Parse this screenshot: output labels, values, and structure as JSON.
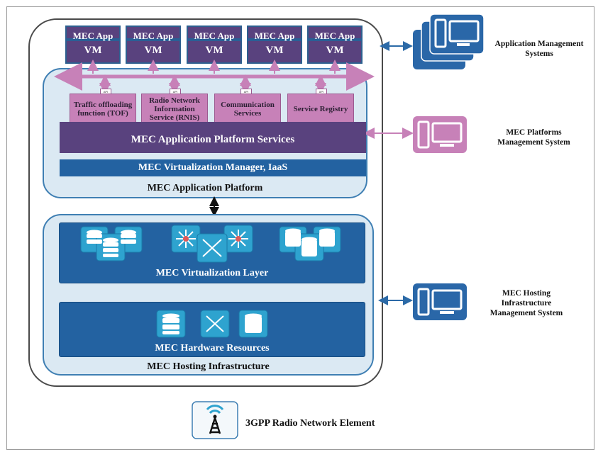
{
  "mec_apps": [
    {
      "line1": "MEC App",
      "line2": "VM"
    },
    {
      "line1": "MEC App",
      "line2": "VM"
    },
    {
      "line1": "MEC App",
      "line2": "VM"
    },
    {
      "line1": "MEC App",
      "line2": "VM"
    },
    {
      "line1": "MEC App",
      "line2": "VM"
    }
  ],
  "api_tag": "API",
  "services": [
    "Traffic offloading function (TOF)",
    "Radio Network Information Service (RNIS)",
    "Communication Services",
    "Service Registry"
  ],
  "platform_services": "MEC Application Platform Services",
  "virtualization_manager": "MEC Virtualization Manager, IaaS",
  "application_platform": "MEC Application Platform",
  "virtualization_layer": "MEC Virtualization Layer",
  "hardware_resources": "MEC Hardware Resources",
  "hosting_infrastructure": "MEC Hosting Infrastructure",
  "app_mgmt_systems": "Application Management Systems",
  "platforms_mgmt_system": "MEC Platforms Management System",
  "hosting_mgmt_system": "MEC Hosting Infrastructure Management System",
  "radio_element": "3GPP Radio Network Element",
  "colors": {
    "purple_dark": "#59427e",
    "pink": "#c781b8",
    "blue_dark": "#2362a1",
    "blue_tile": "#2ea3cf",
    "light_blue_bg": "#dbe9f3"
  }
}
